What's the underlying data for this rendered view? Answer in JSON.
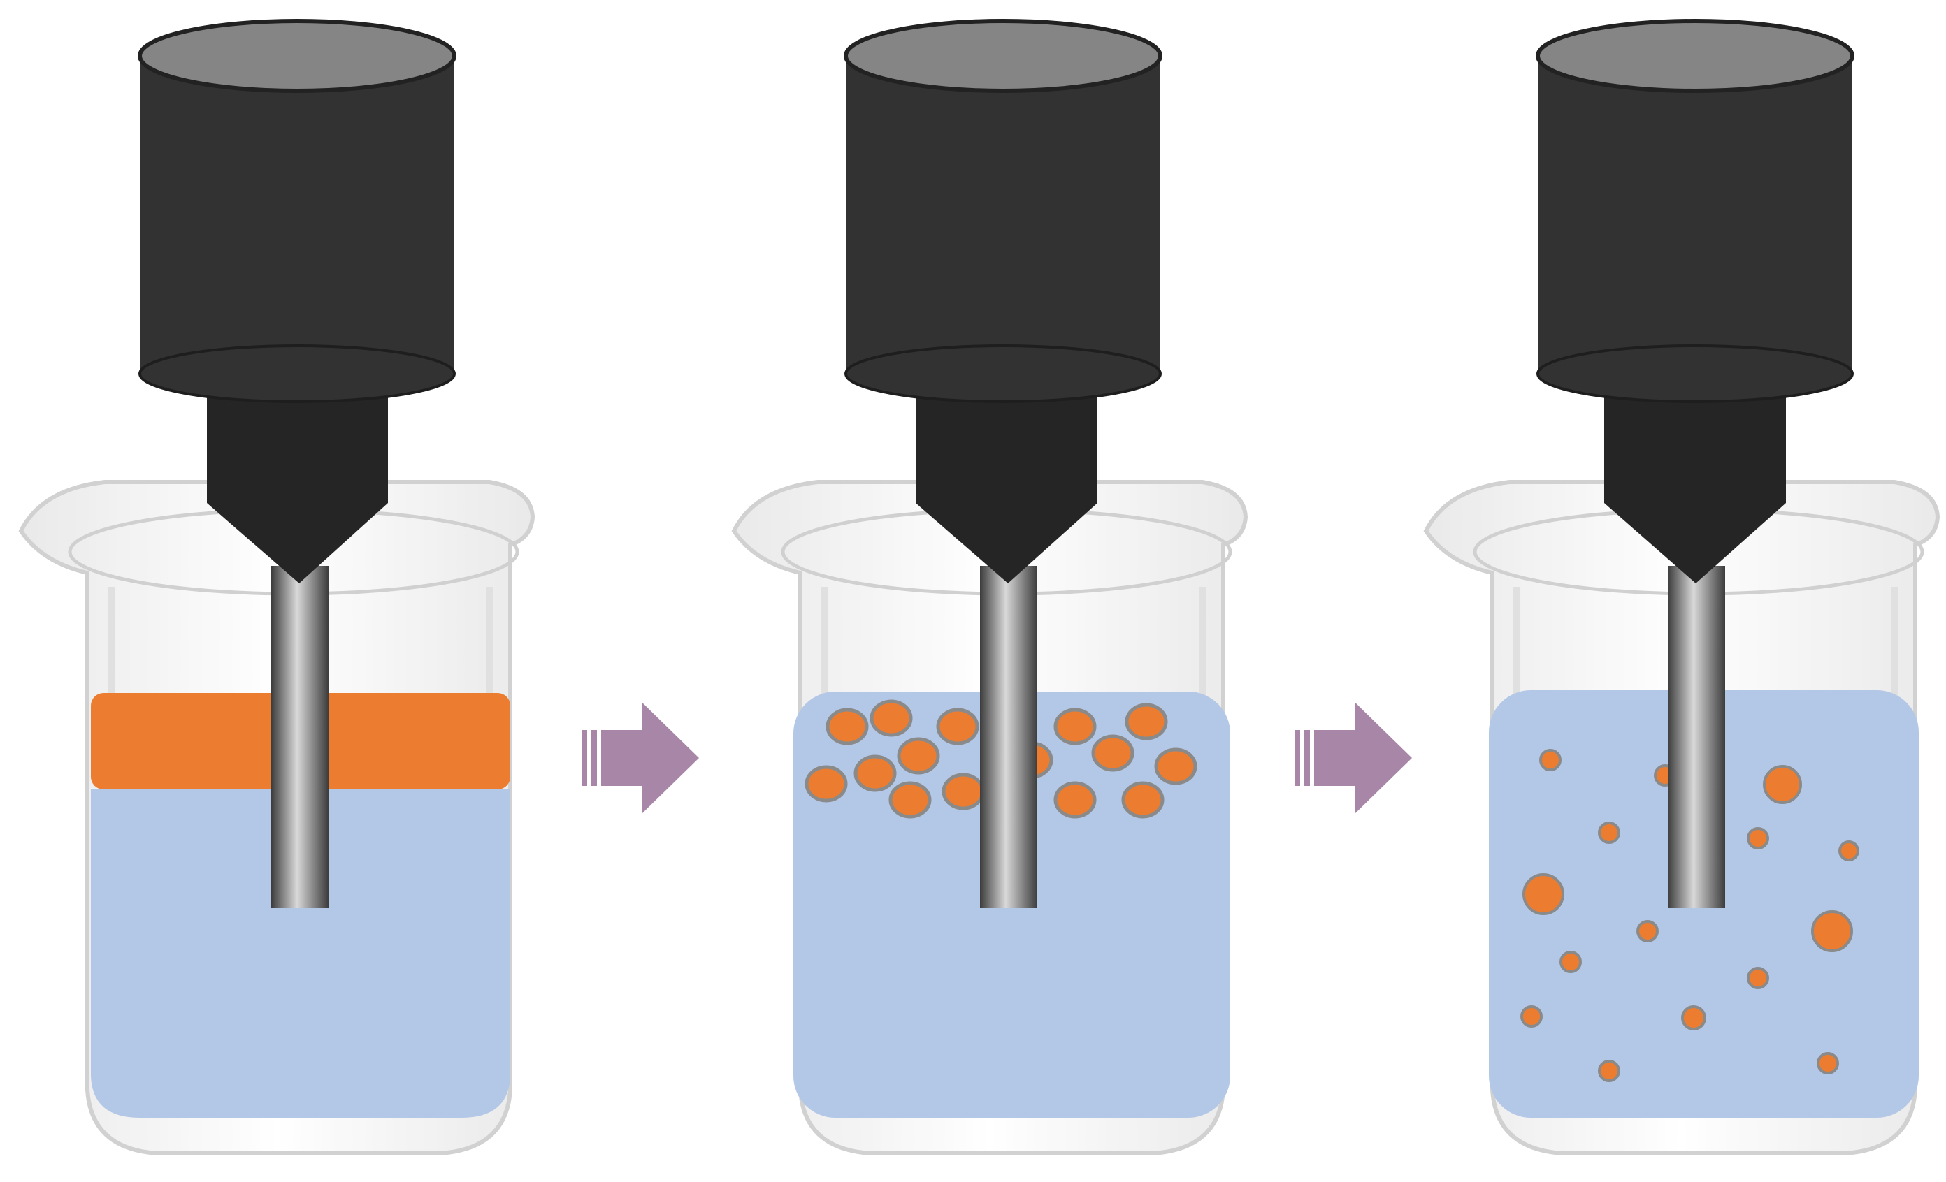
{
  "colors": {
    "background": "#ffffff",
    "liquid": "#b3c7e6",
    "oil": "#ec7d30",
    "droplet_outline": "#8a8a8a",
    "homogenizer_body": "#333232",
    "homogenizer_top": "#858585",
    "homogenizer_neck": "#252525",
    "probe_light": "#d8d8d8",
    "probe_dark": "#4a4a4a",
    "arrow": "#a886a8",
    "glass_outline": "#c9c9c9"
  },
  "stages": [
    {
      "name": "separated-layers",
      "phase": "oil-layer-on-water"
    },
    {
      "name": "coarse-emulsion",
      "phase": "large-droplets"
    },
    {
      "name": "fine-emulsion",
      "phase": "small-dispersed-droplets"
    }
  ],
  "icons": {
    "homogenizer": "homogenizer-icon",
    "beaker": "beaker-icon",
    "arrow": "arrow-right-icon"
  }
}
